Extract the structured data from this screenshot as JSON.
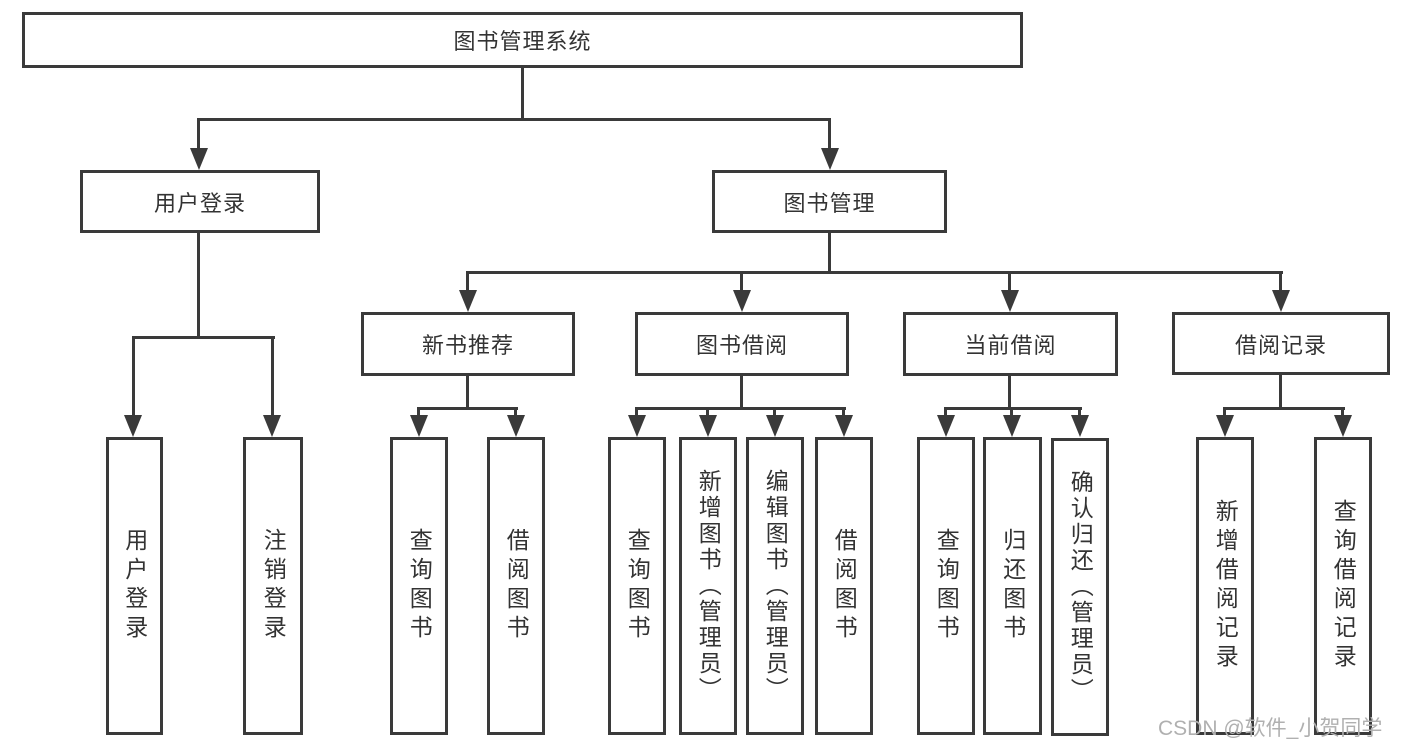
{
  "diagram": {
    "type": "hierarchy-tree",
    "root": {
      "label": "图书管理系统"
    },
    "level2": [
      {
        "label": "用户登录"
      },
      {
        "label": "图书管理"
      }
    ],
    "level3": [
      {
        "label": "新书推荐"
      },
      {
        "label": "图书借阅"
      },
      {
        "label": "当前借阅"
      },
      {
        "label": "借阅记录"
      }
    ],
    "leaves": {
      "user_login": [
        {
          "label": "用户登录"
        },
        {
          "label": "注销登录"
        }
      ],
      "new_books": [
        {
          "label": "查询图书"
        },
        {
          "label": "借阅图书"
        }
      ],
      "book_borrow": [
        {
          "label": "查询图书"
        },
        {
          "label": "新增图书（管理员）"
        },
        {
          "label": "编辑图书（管理员）"
        },
        {
          "label": "借阅图书"
        }
      ],
      "current_borrow": [
        {
          "label": "查询图书"
        },
        {
          "label": "归还图书"
        },
        {
          "label": "确认归还（管理员）"
        }
      ],
      "borrow_records": [
        {
          "label": "新增借阅记录"
        },
        {
          "label": "查询借阅记录"
        }
      ]
    },
    "colors": {
      "line": "#3a3a3a",
      "text": "#333333",
      "watermark": "#b0b0b0",
      "background": "#ffffff"
    },
    "watermark": "CSDN @软件_小贺同学"
  }
}
